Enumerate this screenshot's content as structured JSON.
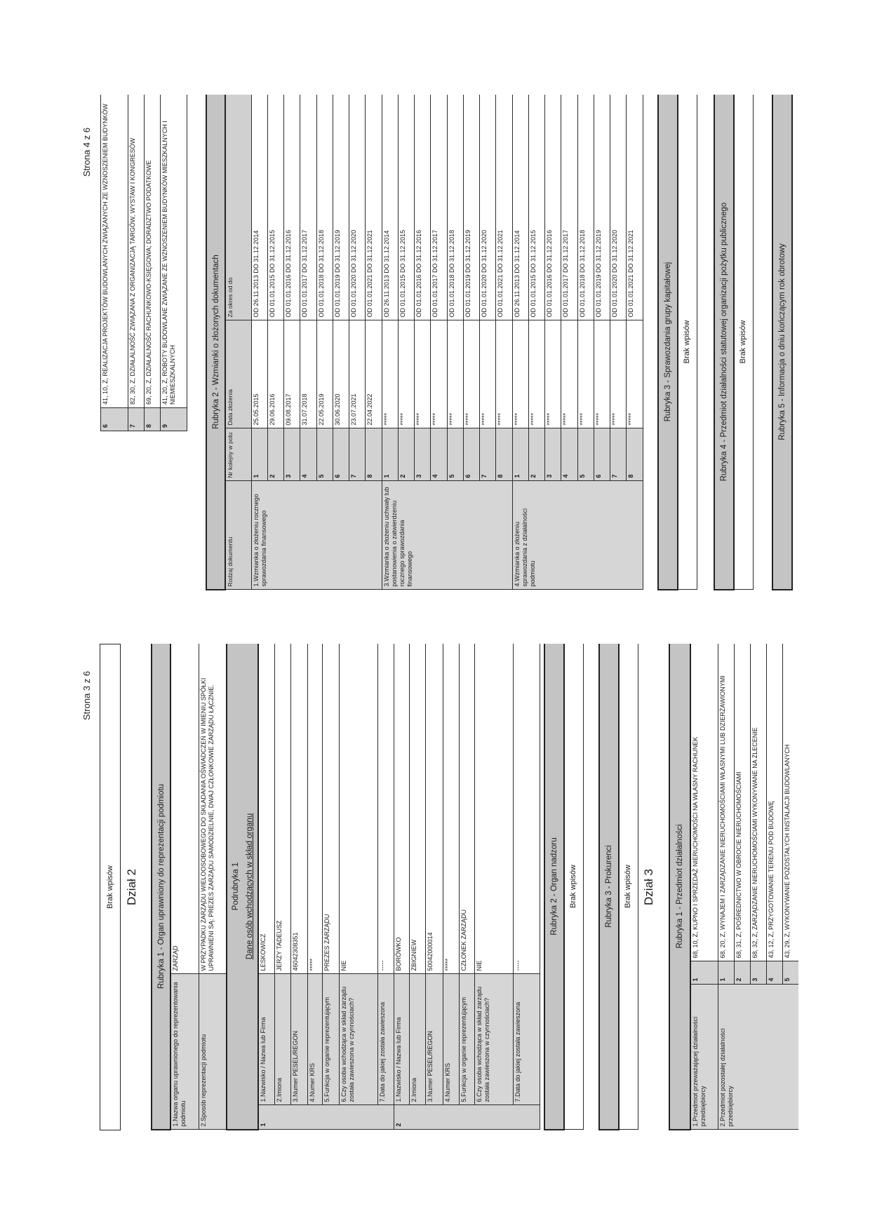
{
  "page3": {
    "page_label": "Strona 3 z 6",
    "prev_section_empty": "Brak wpisów",
    "dzial2": {
      "title": "Dział 2",
      "rubryka1": {
        "title": "Rubryka 1 - Organ uprawniony do reprezentacji podmiotu",
        "rows": [
          {
            "label": "1.Nazwa organu uprawnionego do reprezentowania podmiotu",
            "value": "ZARZĄD"
          },
          {
            "label": "2.Sposób reprezentacji podmiotu",
            "value": "W PRZYPADKU ZARZĄDU WIELOOSOBOWEGO DO SKŁADANIA OŚWIADCZEŃ W IMIENIU SPÓŁKI UPRAWNIENI SĄ: PREZES ZARZĄDU SAMODZIELNIE, DWAJ CZŁONKOWIE ZARZĄDU ŁĄCZNIE."
          }
        ],
        "subsection_title": "Podrubryka 1",
        "subsection_subtitle": "Dane osób wchodzących w skład organu",
        "field_labels": [
          "1.Nazwisko / Nazwa lub Firma",
          "2.Imiona",
          "3.Numer PESEL/REGON",
          "4.Numer KRS",
          "5.Funkcja w organie reprezentującym",
          "6.Czy osoba wchodząca w skład zarządu została zawieszona w czynnościach?",
          "7.Data do jakiej została zawieszona"
        ],
        "persons": [
          {
            "index": "1",
            "values": [
              "LESKOWICZ",
              "JERZY TADEUSZ",
              "46042308351",
              "*****",
              "PREZES ZARZĄDU",
              "NIE",
              "-----"
            ]
          },
          {
            "index": "2",
            "values": [
              "BORÓWKO",
              "ZBIGNIEW",
              "50042000014",
              "*****",
              "CZŁONEK ZARZĄDU",
              "NIE",
              "-----"
            ]
          }
        ]
      },
      "rubryka2": {
        "title": "Rubryka 2 - Organ nadzoru",
        "empty": "Brak wpisów"
      },
      "rubryka3": {
        "title": "Rubryka 3 - Prokurenci",
        "empty": "Brak wpisów"
      }
    },
    "dzial3": {
      "title": "Dział 3",
      "rubryka1": {
        "title": "Rubryka 1 - Przedmiot działalności",
        "main_label": "1.Przedmiot przeważającej działalności przedsiębiorcy",
        "main_index": "1",
        "main_value": "68, 10, Z, KUPNO I SPRZEDAŻ NIERUCHOMOŚCI NA WŁASNY RACHUNEK",
        "other_label": "2.Przedmiot pozostałej działalności przedsiębiorcy",
        "other_items": [
          {
            "index": "1",
            "value": "68, 20, Z, WYNAJEM I ZARZĄDZANIE NIERUCHOMOŚCIAMI WŁASNYMI LUB DZIERŻAWIONYMI"
          },
          {
            "index": "2",
            "value": "68, 31, Z, POŚREDNICTWO W OBROCIE NIERUCHOMOŚCIAMI"
          },
          {
            "index": "3",
            "value": "68, 32, Z, ZARZĄDZANIE NIERUCHOMOŚCIAMI WYKONYWANE NA ZLECENIE"
          },
          {
            "index": "4",
            "value": "43, 12, Z, PRZYGOTOWANIE TERENU POD BUDOWĘ"
          },
          {
            "index": "5",
            "value": "43, 29, Z, WYKONYWANIE POZOSTAŁYCH INSTALACJI BUDOWLANYCH"
          }
        ]
      }
    }
  },
  "page4": {
    "page_label": "Strona 4 z 6",
    "activity_items_continued": [
      {
        "index": "6",
        "value": "41, 10, Z, REALIZACJA PROJEKTÓW BUDOWLANYCH ZWIĄZANYCH ZE WZNOSZENIEM BUDYNKÓW"
      },
      {
        "index": "7",
        "value": "82, 30, Z, DZIAŁALNOŚĆ ZWIĄZANA Z ORGANIZACJĄ TARGÓW, WYSTAW I KONGRESÓW"
      },
      {
        "index": "8",
        "value": "69, 20, Z, DZIAŁALNOŚĆ RACHUNKOWO-KSIĘGOWA; DORADZTWO PODATKOWE"
      },
      {
        "index": "9",
        "value": "41, 20, Z, ROBOTY BUDOWLANE ZWIĄZANE ZE WZNOSZENIEM BUDYNKÓW MIESZKALNYCH I NIEMIESZKALNYCH"
      }
    ],
    "rubryka2": {
      "title": "Rubryka 2 - Wzmianki o złożonych dokumentach",
      "columns": [
        "Rodzaj dokumentu",
        "Nr kolejny w polu",
        "Data złożenia",
        "Za okres od do"
      ],
      "groups": [
        {
          "label": "1.Wzmianka o złożeniu rocznego sprawozdania finansowego",
          "entries": [
            {
              "nr": "1",
              "date": "25.05.2015",
              "period": "OD 26.11.2013 DO 31.12.2014"
            },
            {
              "nr": "2",
              "date": "29.06.2016",
              "period": "OD 01.01.2015 DO 31.12.2015"
            },
            {
              "nr": "3",
              "date": "09.08.2017",
              "period": "OD 01.01.2016 DO 31.12.2016"
            },
            {
              "nr": "4",
              "date": "31.07.2018",
              "period": "OD 01.01.2017 DO 31.12.2017"
            },
            {
              "nr": "5",
              "date": "22.05.2019",
              "period": "OD 01.01.2018 DO 31.12.2018"
            },
            {
              "nr": "6",
              "date": "30.06.2020",
              "period": "OD 01.01.2019 DO 31.12.2019"
            },
            {
              "nr": "7",
              "date": "23.07.2021",
              "period": "OD 01.01.2020 DO 31.12.2020"
            },
            {
              "nr": "8",
              "date": "22.04.2022",
              "period": "OD 01.01.2021 DO 31.12.2021"
            }
          ]
        },
        {
          "label": "3.Wzmianka o złożeniu uchwały lub postanowienia o zatwierdzeniu rocznego sprawozdania finansowego",
          "entries": [
            {
              "nr": "1",
              "date": "*****",
              "period": "OD 26.11.2013 DO 31.12.2014"
            },
            {
              "nr": "2",
              "date": "*****",
              "period": "OD 01.01.2015 DO 31.12.2015"
            },
            {
              "nr": "3",
              "date": "*****",
              "period": "OD 01.01.2016 DO 31.12.2016"
            },
            {
              "nr": "4",
              "date": "*****",
              "period": "OD 01.01.2017 DO 31.12.2017"
            },
            {
              "nr": "5",
              "date": "*****",
              "period": "OD 01.01.2018 DO 31.12.2018"
            },
            {
              "nr": "6",
              "date": "*****",
              "period": "OD 01.01.2019 DO 31.12.2019"
            },
            {
              "nr": "7",
              "date": "*****",
              "period": "OD 01.01.2020 DO 31.12.2020"
            },
            {
              "nr": "8",
              "date": "*****",
              "period": "OD 01.01.2021 DO 31.12.2021"
            }
          ]
        },
        {
          "label": "4.Wzmianka o złożeniu sprawozdania z działalności podmiotu",
          "entries": [
            {
              "nr": "1",
              "date": "*****",
              "period": "OD 26.11.2013 DO 31.12.2014"
            },
            {
              "nr": "2",
              "date": "*****",
              "period": "OD 01.01.2015 DO 31.12.2015"
            },
            {
              "nr": "3",
              "date": "*****",
              "period": "OD 01.01.2016 DO 31.12.2016"
            },
            {
              "nr": "4",
              "date": "*****",
              "period": "OD 01.01.2017 DO 31.12.2017"
            },
            {
              "nr": "5",
              "date": "*****",
              "period": "OD 01.01.2018 DO 31.12.2018"
            },
            {
              "nr": "6",
              "date": "*****",
              "period": "OD 01.01.2019 DO 31.12.2019"
            },
            {
              "nr": "7",
              "date": "*****",
              "period": "OD 01.01.2020 DO 31.12.2020"
            },
            {
              "nr": "8",
              "date": "*****",
              "period": "OD 01.01.2021 DO 31.12.2021"
            }
          ]
        }
      ]
    },
    "rubryka3": {
      "title": "Rubryka 3 - Sprawozdania grupy kapitałowej",
      "empty": "Brak wpisów"
    },
    "rubryka4": {
      "title": "Rubryka 4 - Przedmiot działalności statutowej organizacji pożytku publicznego",
      "empty": "Brak wpisów"
    },
    "rubryka5": {
      "title": "Rubryka 5 - Informacja o dniu kończącym rok obrotowy"
    }
  }
}
